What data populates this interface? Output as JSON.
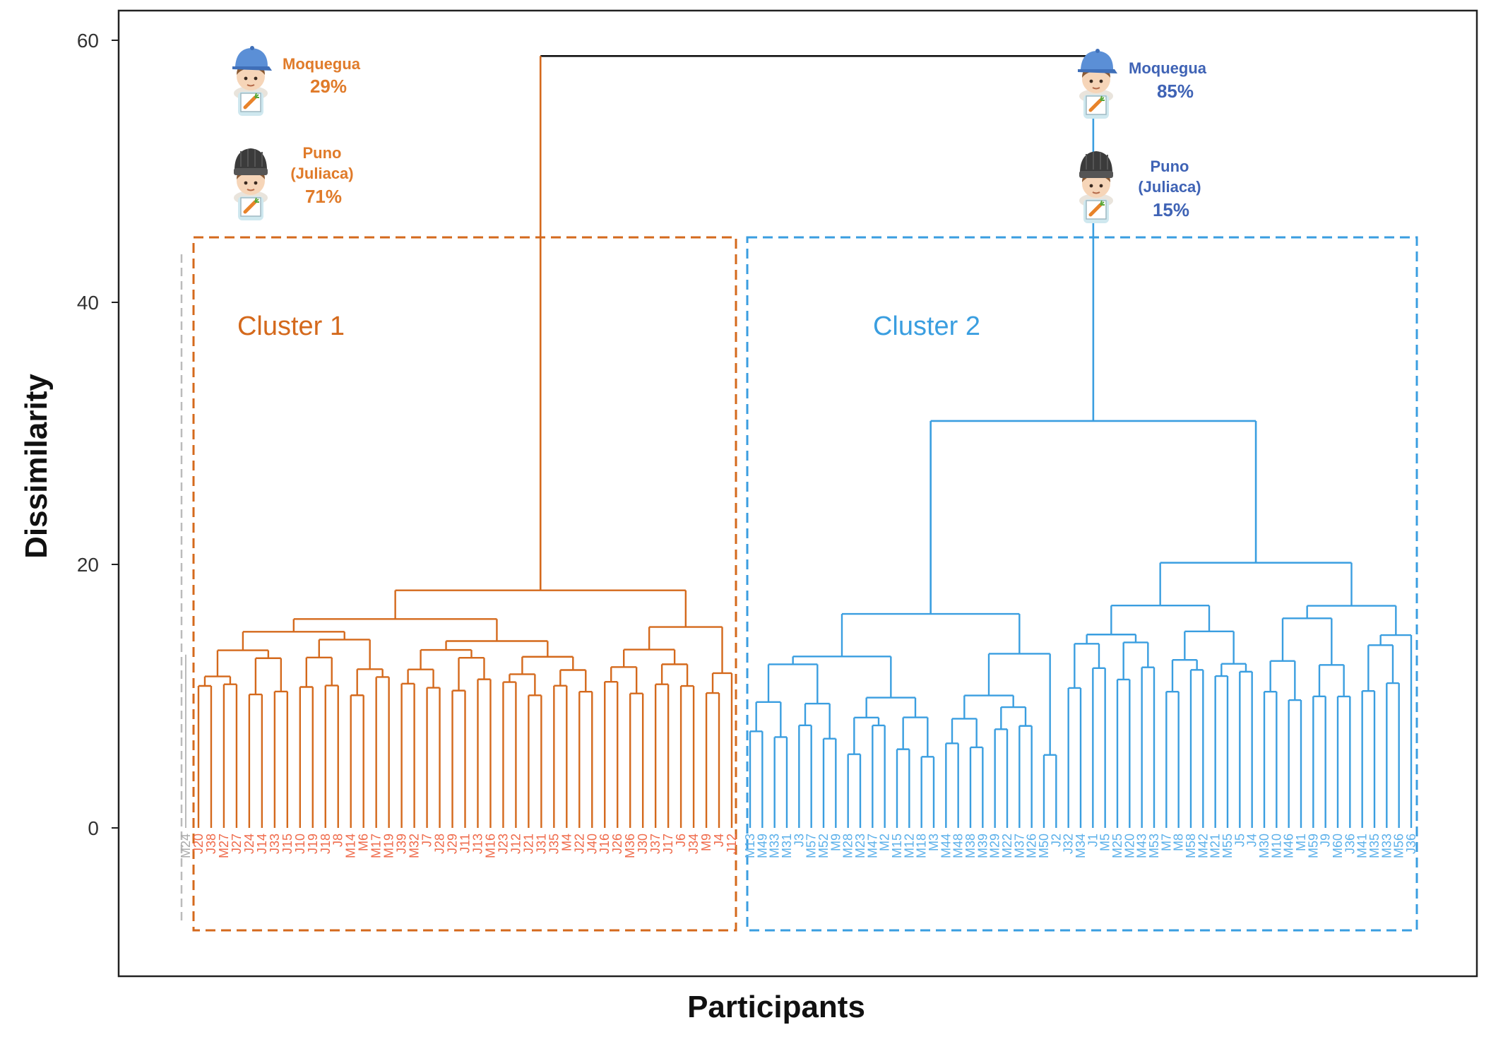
{
  "chart_data": {
    "type": "dendrogram",
    "xlabel": "Participants",
    "ylabel": "Dissimilarity",
    "yticks": [
      "0",
      "20",
      "40",
      "60"
    ],
    "ylim": [
      -10,
      62
    ],
    "colors": {
      "cluster1": "#d4691c",
      "cluster2": "#3a9ee0",
      "root": "#111111",
      "outlier": "#bbbbbb",
      "inset1": "#e07b2a",
      "inset2": "#3f63b5"
    },
    "clusters": [
      {
        "name": "Cluster 1",
        "region_labels": [
          "Moquegua",
          "Puno",
          "(Juliaca)"
        ],
        "percentages": [
          "29%",
          "71%"
        ]
      },
      {
        "name": "Cluster 2",
        "region_labels": [
          "Moquegua",
          "Puno",
          "(Juliaca)"
        ],
        "percentages": [
          "85%",
          "15%"
        ]
      }
    ],
    "merge_heights": {
      "root": 58.8,
      "cluster1_top": 18.1,
      "cluster2_top": 31.0,
      "cluster2_left": 16.3,
      "cluster2_right": 20.2
    },
    "leaves": [
      {
        "label": "M24",
        "cluster": "outlier"
      },
      {
        "label": "J20",
        "cluster": 1
      },
      {
        "label": "J38",
        "cluster": 1
      },
      {
        "label": "M27",
        "cluster": 1
      },
      {
        "label": "J27",
        "cluster": 1
      },
      {
        "label": "J24",
        "cluster": 1
      },
      {
        "label": "J14",
        "cluster": 1
      },
      {
        "label": "J33",
        "cluster": 1
      },
      {
        "label": "J15",
        "cluster": 1
      },
      {
        "label": "J10",
        "cluster": 1
      },
      {
        "label": "J19",
        "cluster": 1
      },
      {
        "label": "J18",
        "cluster": 1
      },
      {
        "label": "J8",
        "cluster": 1
      },
      {
        "label": "M14",
        "cluster": 1
      },
      {
        "label": "M6",
        "cluster": 1
      },
      {
        "label": "M17",
        "cluster": 1
      },
      {
        "label": "M19",
        "cluster": 1
      },
      {
        "label": "J39",
        "cluster": 1
      },
      {
        "label": "M32",
        "cluster": 1
      },
      {
        "label": "J7",
        "cluster": 1
      },
      {
        "label": "J28",
        "cluster": 1
      },
      {
        "label": "J29",
        "cluster": 1
      },
      {
        "label": "J11",
        "cluster": 1
      },
      {
        "label": "J13",
        "cluster": 1
      },
      {
        "label": "M16",
        "cluster": 1
      },
      {
        "label": "J23",
        "cluster": 1
      },
      {
        "label": "J12",
        "cluster": 1
      },
      {
        "label": "J21",
        "cluster": 1
      },
      {
        "label": "J31",
        "cluster": 1
      },
      {
        "label": "J35",
        "cluster": 1
      },
      {
        "label": "M4",
        "cluster": 1
      },
      {
        "label": "J22",
        "cluster": 1
      },
      {
        "label": "J40",
        "cluster": 1
      },
      {
        "label": "J16",
        "cluster": 1
      },
      {
        "label": "J26",
        "cluster": 1
      },
      {
        "label": "M36",
        "cluster": 1
      },
      {
        "label": "J30",
        "cluster": 1
      },
      {
        "label": "J37",
        "cluster": 1
      },
      {
        "label": "J17",
        "cluster": 1
      },
      {
        "label": "J6",
        "cluster": 1
      },
      {
        "label": "J34",
        "cluster": 1
      },
      {
        "label": "M9",
        "cluster": 1
      },
      {
        "label": "J4",
        "cluster": 1
      },
      {
        "label": "J12",
        "cluster": 1
      },
      {
        "label": "M13",
        "cluster": 2
      },
      {
        "label": "M49",
        "cluster": 2
      },
      {
        "label": "M33",
        "cluster": 2
      },
      {
        "label": "M31",
        "cluster": 2
      },
      {
        "label": "J3",
        "cluster": 2
      },
      {
        "label": "M57",
        "cluster": 2
      },
      {
        "label": "M52",
        "cluster": 2
      },
      {
        "label": "M9",
        "cluster": 2
      },
      {
        "label": "M28",
        "cluster": 2
      },
      {
        "label": "M23",
        "cluster": 2
      },
      {
        "label": "M47",
        "cluster": 2
      },
      {
        "label": "M2",
        "cluster": 2
      },
      {
        "label": "M15",
        "cluster": 2
      },
      {
        "label": "M12",
        "cluster": 2
      },
      {
        "label": "M18",
        "cluster": 2
      },
      {
        "label": "M3",
        "cluster": 2
      },
      {
        "label": "M44",
        "cluster": 2
      },
      {
        "label": "M48",
        "cluster": 2
      },
      {
        "label": "M38",
        "cluster": 2
      },
      {
        "label": "M39",
        "cluster": 2
      },
      {
        "label": "M29",
        "cluster": 2
      },
      {
        "label": "M22",
        "cluster": 2
      },
      {
        "label": "M37",
        "cluster": 2
      },
      {
        "label": "M26",
        "cluster": 2
      },
      {
        "label": "M50",
        "cluster": 2
      },
      {
        "label": "J2",
        "cluster": 2
      },
      {
        "label": "J32",
        "cluster": 2
      },
      {
        "label": "M34",
        "cluster": 2
      },
      {
        "label": "J1",
        "cluster": 2
      },
      {
        "label": "M5",
        "cluster": 2
      },
      {
        "label": "M25",
        "cluster": 2
      },
      {
        "label": "M20",
        "cluster": 2
      },
      {
        "label": "M43",
        "cluster": 2
      },
      {
        "label": "M53",
        "cluster": 2
      },
      {
        "label": "M7",
        "cluster": 2
      },
      {
        "label": "M8",
        "cluster": 2
      },
      {
        "label": "M58",
        "cluster": 2
      },
      {
        "label": "M42",
        "cluster": 2
      },
      {
        "label": "M21",
        "cluster": 2
      },
      {
        "label": "M55",
        "cluster": 2
      },
      {
        "label": "J5",
        "cluster": 2
      },
      {
        "label": "J4",
        "cluster": 2
      },
      {
        "label": "M30",
        "cluster": 2
      },
      {
        "label": "M10",
        "cluster": 2
      },
      {
        "label": "M46",
        "cluster": 2
      },
      {
        "label": "M1",
        "cluster": 2
      },
      {
        "label": "M59",
        "cluster": 2
      },
      {
        "label": "J9",
        "cluster": 2
      },
      {
        "label": "M60",
        "cluster": 2
      },
      {
        "label": "J36",
        "cluster": 2
      },
      {
        "label": "M41",
        "cluster": 2
      },
      {
        "label": "M35",
        "cluster": 2
      },
      {
        "label": "M33",
        "cluster": 2
      },
      {
        "label": "M56",
        "cluster": 2
      },
      {
        "label": "J36",
        "cluster": 2
      }
    ]
  }
}
